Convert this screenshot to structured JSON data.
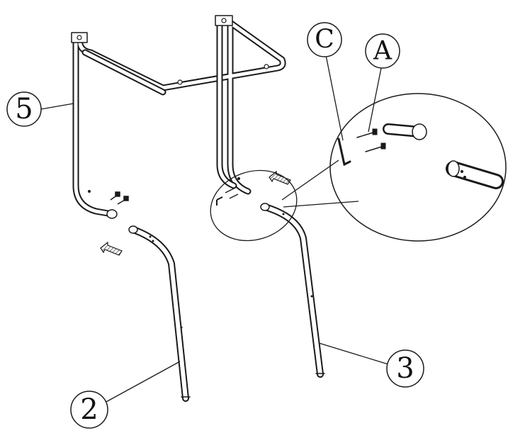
{
  "callouts": {
    "part_5": "5",
    "part_2": "2",
    "part_3": "3",
    "part_c": "C",
    "part_a": "A"
  },
  "colors": {
    "line": "#1a1a1a",
    "background": "#ffffff"
  }
}
